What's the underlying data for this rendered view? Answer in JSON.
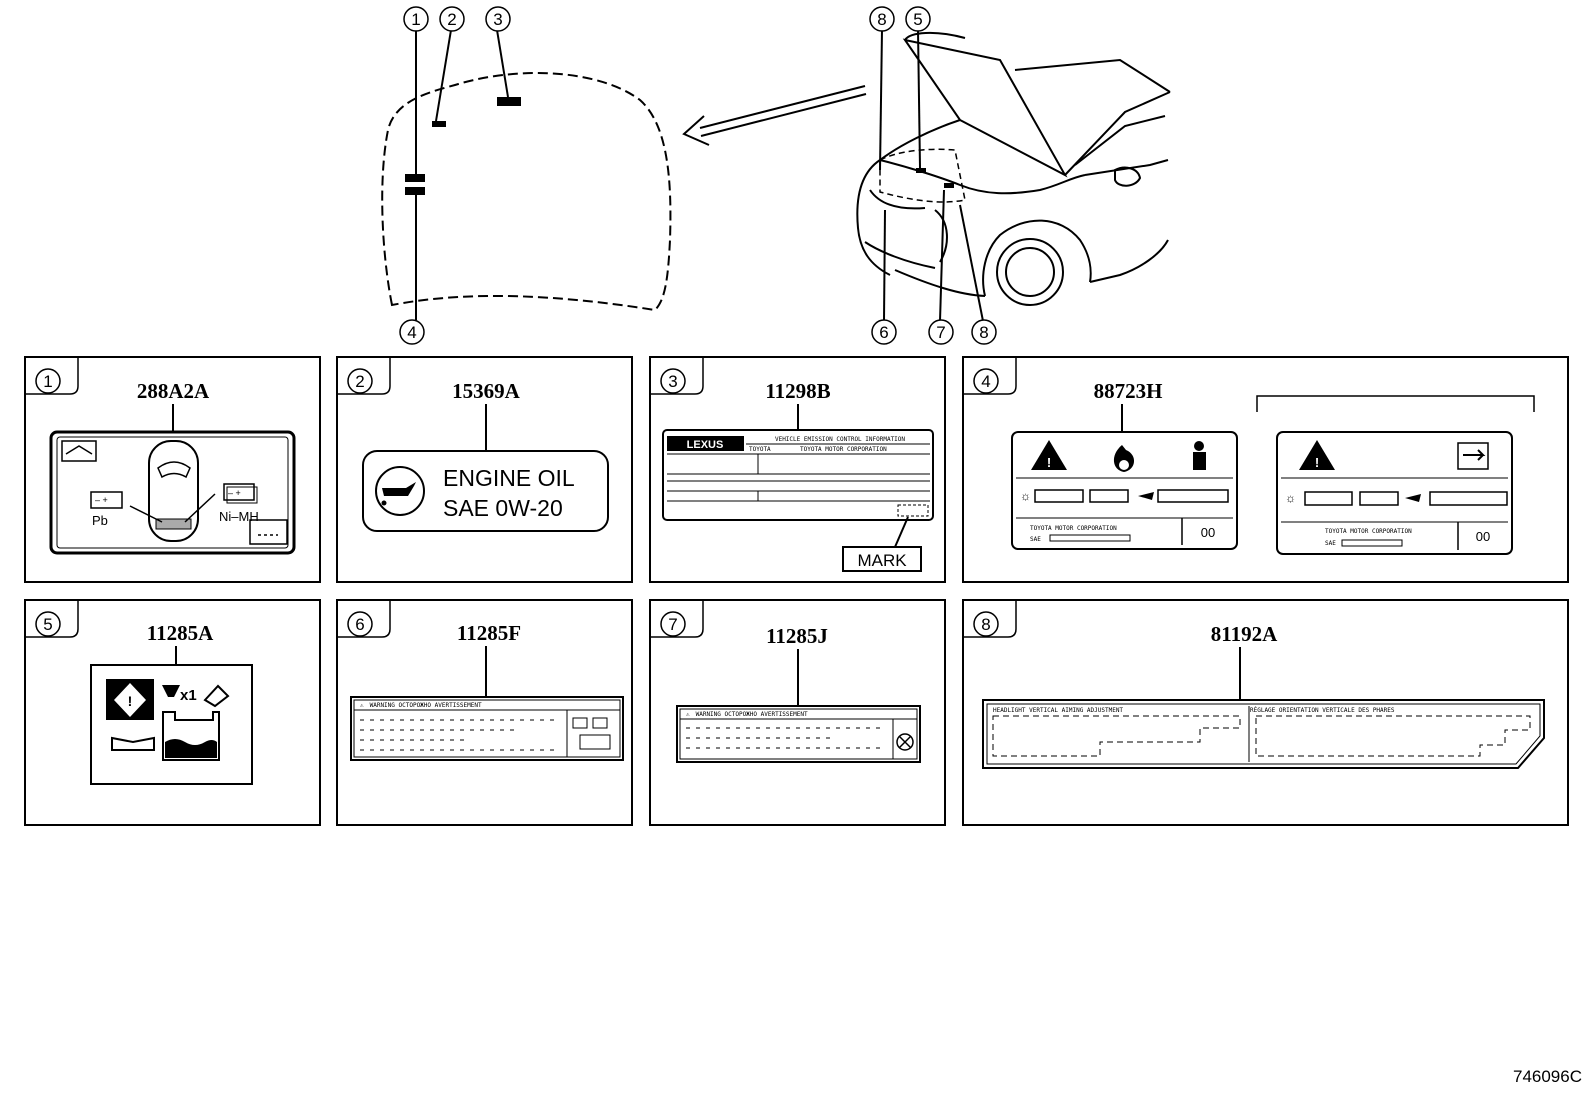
{
  "callouts": {
    "c1": "1",
    "c2": "2",
    "c3": "3",
    "c4": "4",
    "c5": "5",
    "c6": "6",
    "c7": "7",
    "c8": "8"
  },
  "panels": [
    {
      "num": "1",
      "part": "288A2A"
    },
    {
      "num": "2",
      "part": "15369A"
    },
    {
      "num": "3",
      "part": "11298B"
    },
    {
      "num": "4",
      "part": "88723H"
    },
    {
      "num": "5",
      "part": "11285A"
    },
    {
      "num": "6",
      "part": "11285F"
    },
    {
      "num": "7",
      "part": "11285J"
    },
    {
      "num": "8",
      "part": "81192A"
    }
  ],
  "label1": {
    "left_text": "Pb",
    "right_text": "Ni–MH"
  },
  "label2": {
    "line1": "ENGINE  OIL",
    "line2": "SAE  0W-20"
  },
  "label3": {
    "brand": "LEXUS",
    "title": "VEHICLE EMISSION CONTROL INFORMATION",
    "maker_short": "TOYOTA",
    "maker": "TOYOTA MOTOR CORPORATION",
    "mark": "MARK"
  },
  "label4": {
    "corp": "TOYOTA MOTOR CORPORATION",
    "box": "00",
    "sae": "SAE"
  },
  "label5": {
    "qty": "x1"
  },
  "label6": {
    "header": "⚠　WARNING  ОСТОРОЖНО  AVERTISSEMENT"
  },
  "label7": {
    "header": "⚠　WARNING  ОСТОРОЖНО  AVERTISSEMENT"
  },
  "label8": {
    "left": "HEADLIGHT VERTICAL AIMING ADJUSTMENT",
    "right": "RÉGLAGE ORIENTATION VERTICALE DES PHARES"
  },
  "diagram_code": "746096C"
}
